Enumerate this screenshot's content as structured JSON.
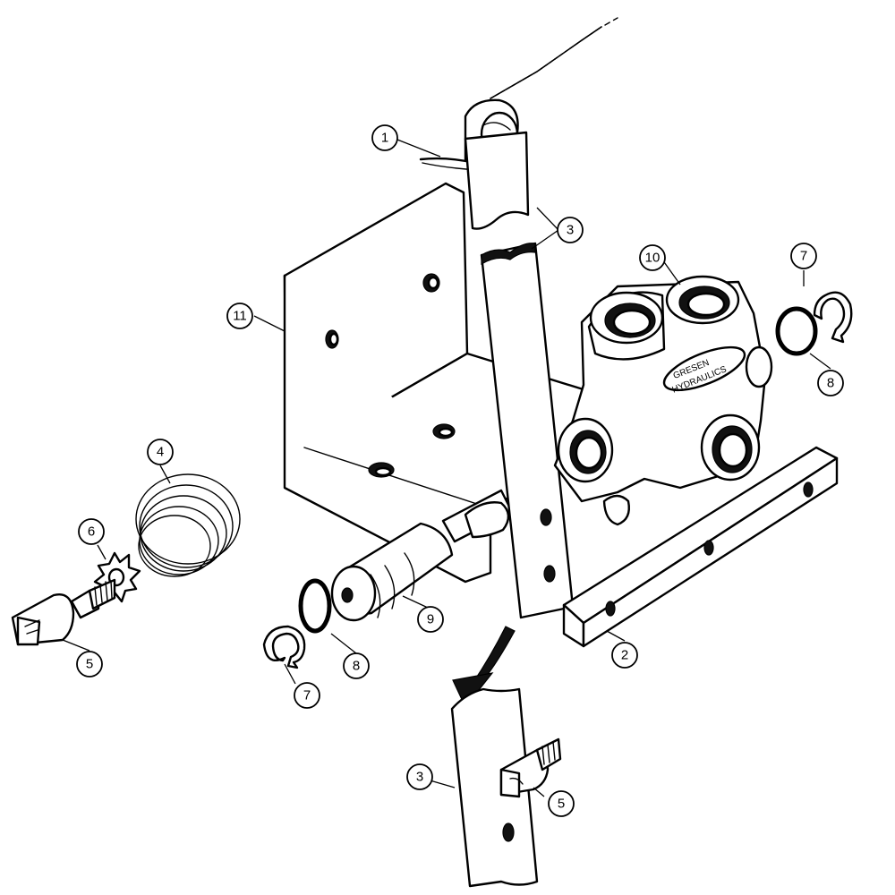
{
  "diagram": {
    "callouts": [
      {
        "id": "c1",
        "label": "1"
      },
      {
        "id": "c3a",
        "label": "3"
      },
      {
        "id": "c10",
        "label": "10"
      },
      {
        "id": "c7a",
        "label": "7"
      },
      {
        "id": "c11",
        "label": "11"
      },
      {
        "id": "c8a",
        "label": "8"
      },
      {
        "id": "c4",
        "label": "4"
      },
      {
        "id": "c6",
        "label": "6"
      },
      {
        "id": "c5a",
        "label": "5"
      },
      {
        "id": "c9",
        "label": "9"
      },
      {
        "id": "c8b",
        "label": "8"
      },
      {
        "id": "c7b",
        "label": "7"
      },
      {
        "id": "c2",
        "label": "2"
      },
      {
        "id": "c3b",
        "label": "3"
      },
      {
        "id": "c5b",
        "label": "5"
      }
    ],
    "valve_logo_line1": "GRESEN",
    "valve_logo_line2": "HYDRAULICS"
  }
}
